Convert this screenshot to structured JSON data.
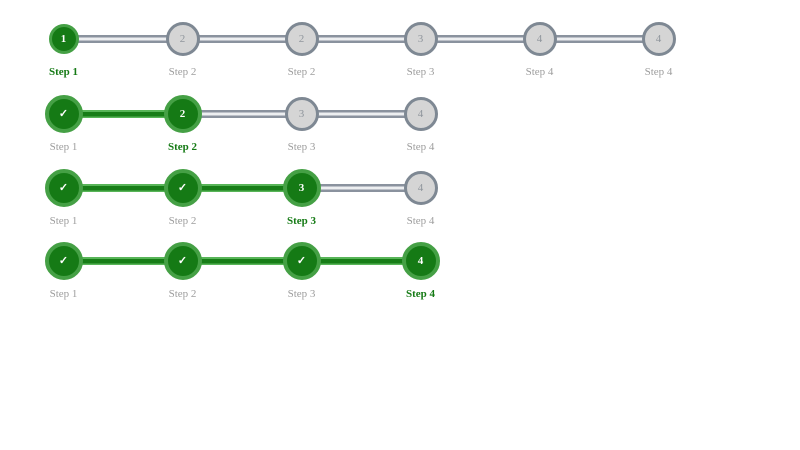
{
  "colors": {
    "green_dark": "#157a15",
    "green_ring": "#45a045",
    "green_connector_edge": "#58b558",
    "gray_circle_fill": "#d5d5d5",
    "gray_circle_border": "#7e8893",
    "gray_connector_edge": "#8a929e",
    "gray_connector_center": "#edeff1",
    "label_muted": "#9d9d9d",
    "digit_muted": "#8f959c",
    "check_color": "#ffffff",
    "background": "#ffffff"
  },
  "check_icon": "✓",
  "steppers": [
    {
      "name": "stepper-row-1",
      "steps": [
        {
          "label": "Step 1",
          "display": "1",
          "type": "current-sm",
          "connector_after": "gray"
        },
        {
          "label": "Step 2",
          "display": "2",
          "type": "todo",
          "connector_after": "gray"
        },
        {
          "label": "Step 2",
          "display": "2",
          "type": "todo",
          "connector_after": "gray"
        },
        {
          "label": "Step 3",
          "display": "3",
          "type": "todo",
          "connector_after": "gray"
        },
        {
          "label": "Step 4",
          "display": "4",
          "type": "todo",
          "connector_after": "gray"
        },
        {
          "label": "Step 4",
          "display": "4",
          "type": "todo",
          "connector_after": null
        }
      ]
    },
    {
      "name": "stepper-row-2",
      "steps": [
        {
          "label": "Step 1",
          "display": "✓",
          "type": "done",
          "connector_after": "green"
        },
        {
          "label": "Step 2",
          "display": "2",
          "type": "current-lg",
          "connector_after": "gray"
        },
        {
          "label": "Step 3",
          "display": "3",
          "type": "todo",
          "connector_after": "gray"
        },
        {
          "label": "Step 4",
          "display": "4",
          "type": "todo",
          "connector_after": null
        }
      ]
    },
    {
      "name": "stepper-row-3",
      "steps": [
        {
          "label": "Step 1",
          "display": "✓",
          "type": "done",
          "connector_after": "green"
        },
        {
          "label": "Step 2",
          "display": "✓",
          "type": "done",
          "connector_after": "green"
        },
        {
          "label": "Step 3",
          "display": "3",
          "type": "current-lg",
          "connector_after": "gray"
        },
        {
          "label": "Step 4",
          "display": "4",
          "type": "todo",
          "connector_after": null
        }
      ]
    },
    {
      "name": "stepper-row-4",
      "steps": [
        {
          "label": "Step 1",
          "display": "✓",
          "type": "done",
          "connector_after": "green"
        },
        {
          "label": "Step 2",
          "display": "✓",
          "type": "done",
          "connector_after": "green"
        },
        {
          "label": "Step 3",
          "display": "✓",
          "type": "done",
          "connector_after": "green"
        },
        {
          "label": "Step 4",
          "display": "4",
          "type": "current-lg",
          "connector_after": null
        }
      ]
    }
  ]
}
